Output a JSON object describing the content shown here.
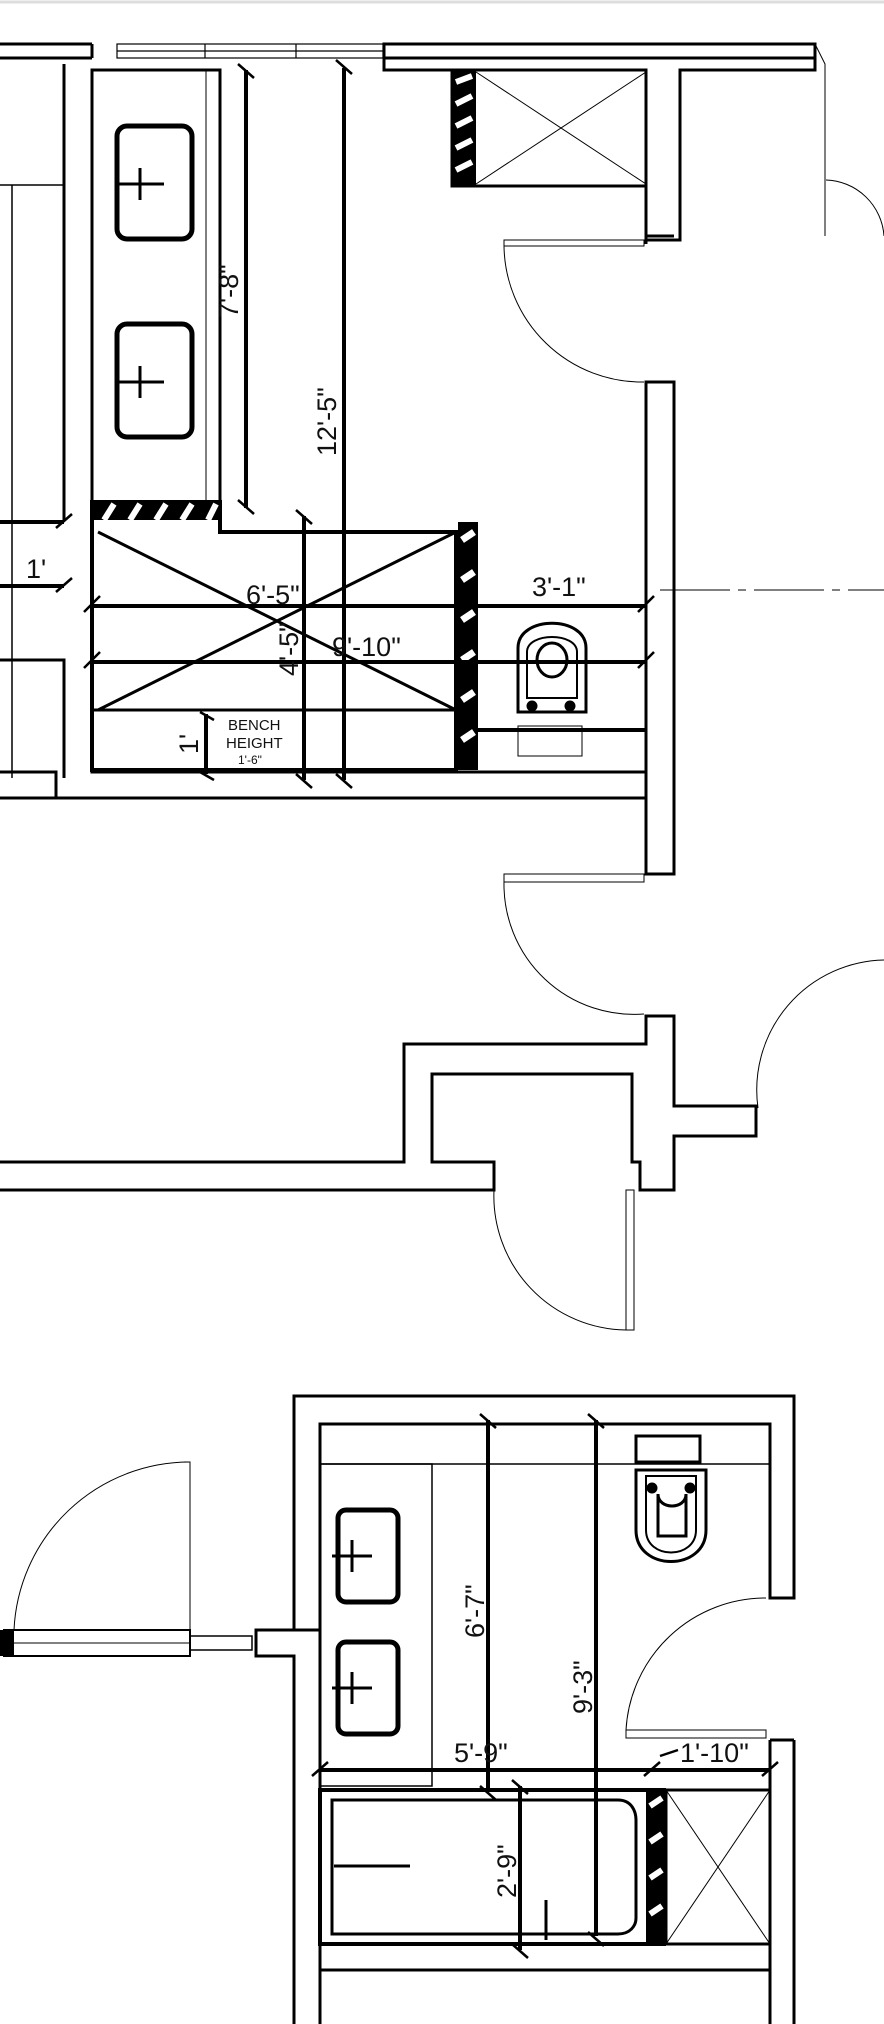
{
  "plan_type": "bathroom floor plan",
  "upper_bath": {
    "dimensions": {
      "vanity_run": "7'-8\"",
      "room_length": "12'-5\"",
      "shower_width": "6'-5\"",
      "shower_depth": "4'-5\"",
      "wall_to_wall": "9'-10\"",
      "toilet_clearance": "3'-1\"",
      "bench_depth": "1'",
      "left_offset": "1'"
    },
    "bench_note": {
      "line1": "BENCH",
      "line2": "HEIGHT",
      "value": "1'-6\""
    }
  },
  "lower_bath": {
    "dimensions": {
      "vanity_run": "6'-7\"",
      "room_length": "9'-3\"",
      "tub_length": "5'-9\"",
      "tub_width": "2'-9\"",
      "shower_width": "1'-10\""
    }
  }
}
